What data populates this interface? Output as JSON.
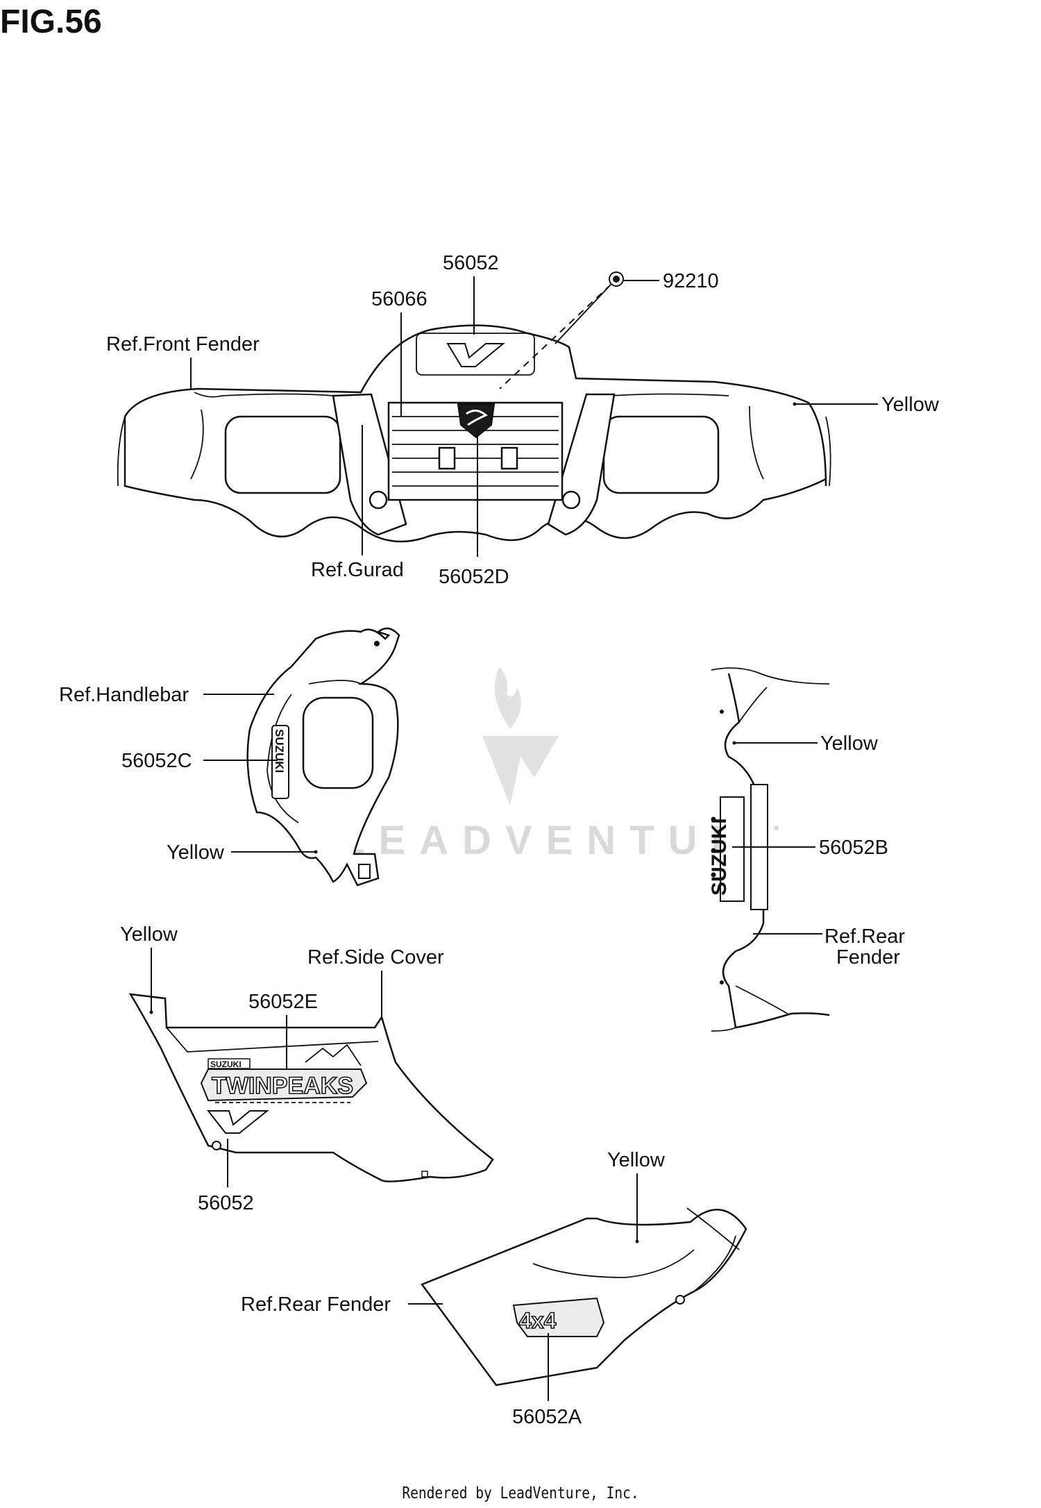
{
  "figure": {
    "title": "FIG.56"
  },
  "watermark": {
    "brand": "LEADVENTURE"
  },
  "footer": {
    "text": "Rendered by LeadVenture, Inc."
  },
  "front_fender_view": {
    "labels": {
      "part_56052_top": "56052",
      "part_92210": "92210",
      "part_56066": "56066",
      "ref_front_fender": "Ref.Front Fender",
      "yellow": "Yellow",
      "ref_gurad": "Ref.Gurad",
      "part_56052d": "56052D"
    }
  },
  "handlebar_view": {
    "labels": {
      "ref_handlebar": "Ref.Handlebar",
      "part_56052c": "56052C",
      "yellow": "Yellow"
    },
    "decal_text": "SUZUKI"
  },
  "rear_fender_back_view": {
    "labels": {
      "yellow": "Yellow",
      "part_56052b": "56052B",
      "ref_rear_fender_line1": "Ref.Rear",
      "ref_rear_fender_line2": "Fender"
    },
    "decal_text": "SUZUKI"
  },
  "side_cover_view": {
    "labels": {
      "yellow": "Yellow",
      "ref_side_cover": "Ref.Side Cover",
      "part_56052e": "56052E",
      "part_56052": "56052"
    },
    "decal_small": "SUZUKI",
    "decal_large": "TWINPEAKS"
  },
  "rear_fender_side_view": {
    "labels": {
      "yellow": "Yellow",
      "ref_rear_fender": "Ref.Rear Fender",
      "part_56052a": "56052A"
    },
    "decal_text": "4x4"
  }
}
